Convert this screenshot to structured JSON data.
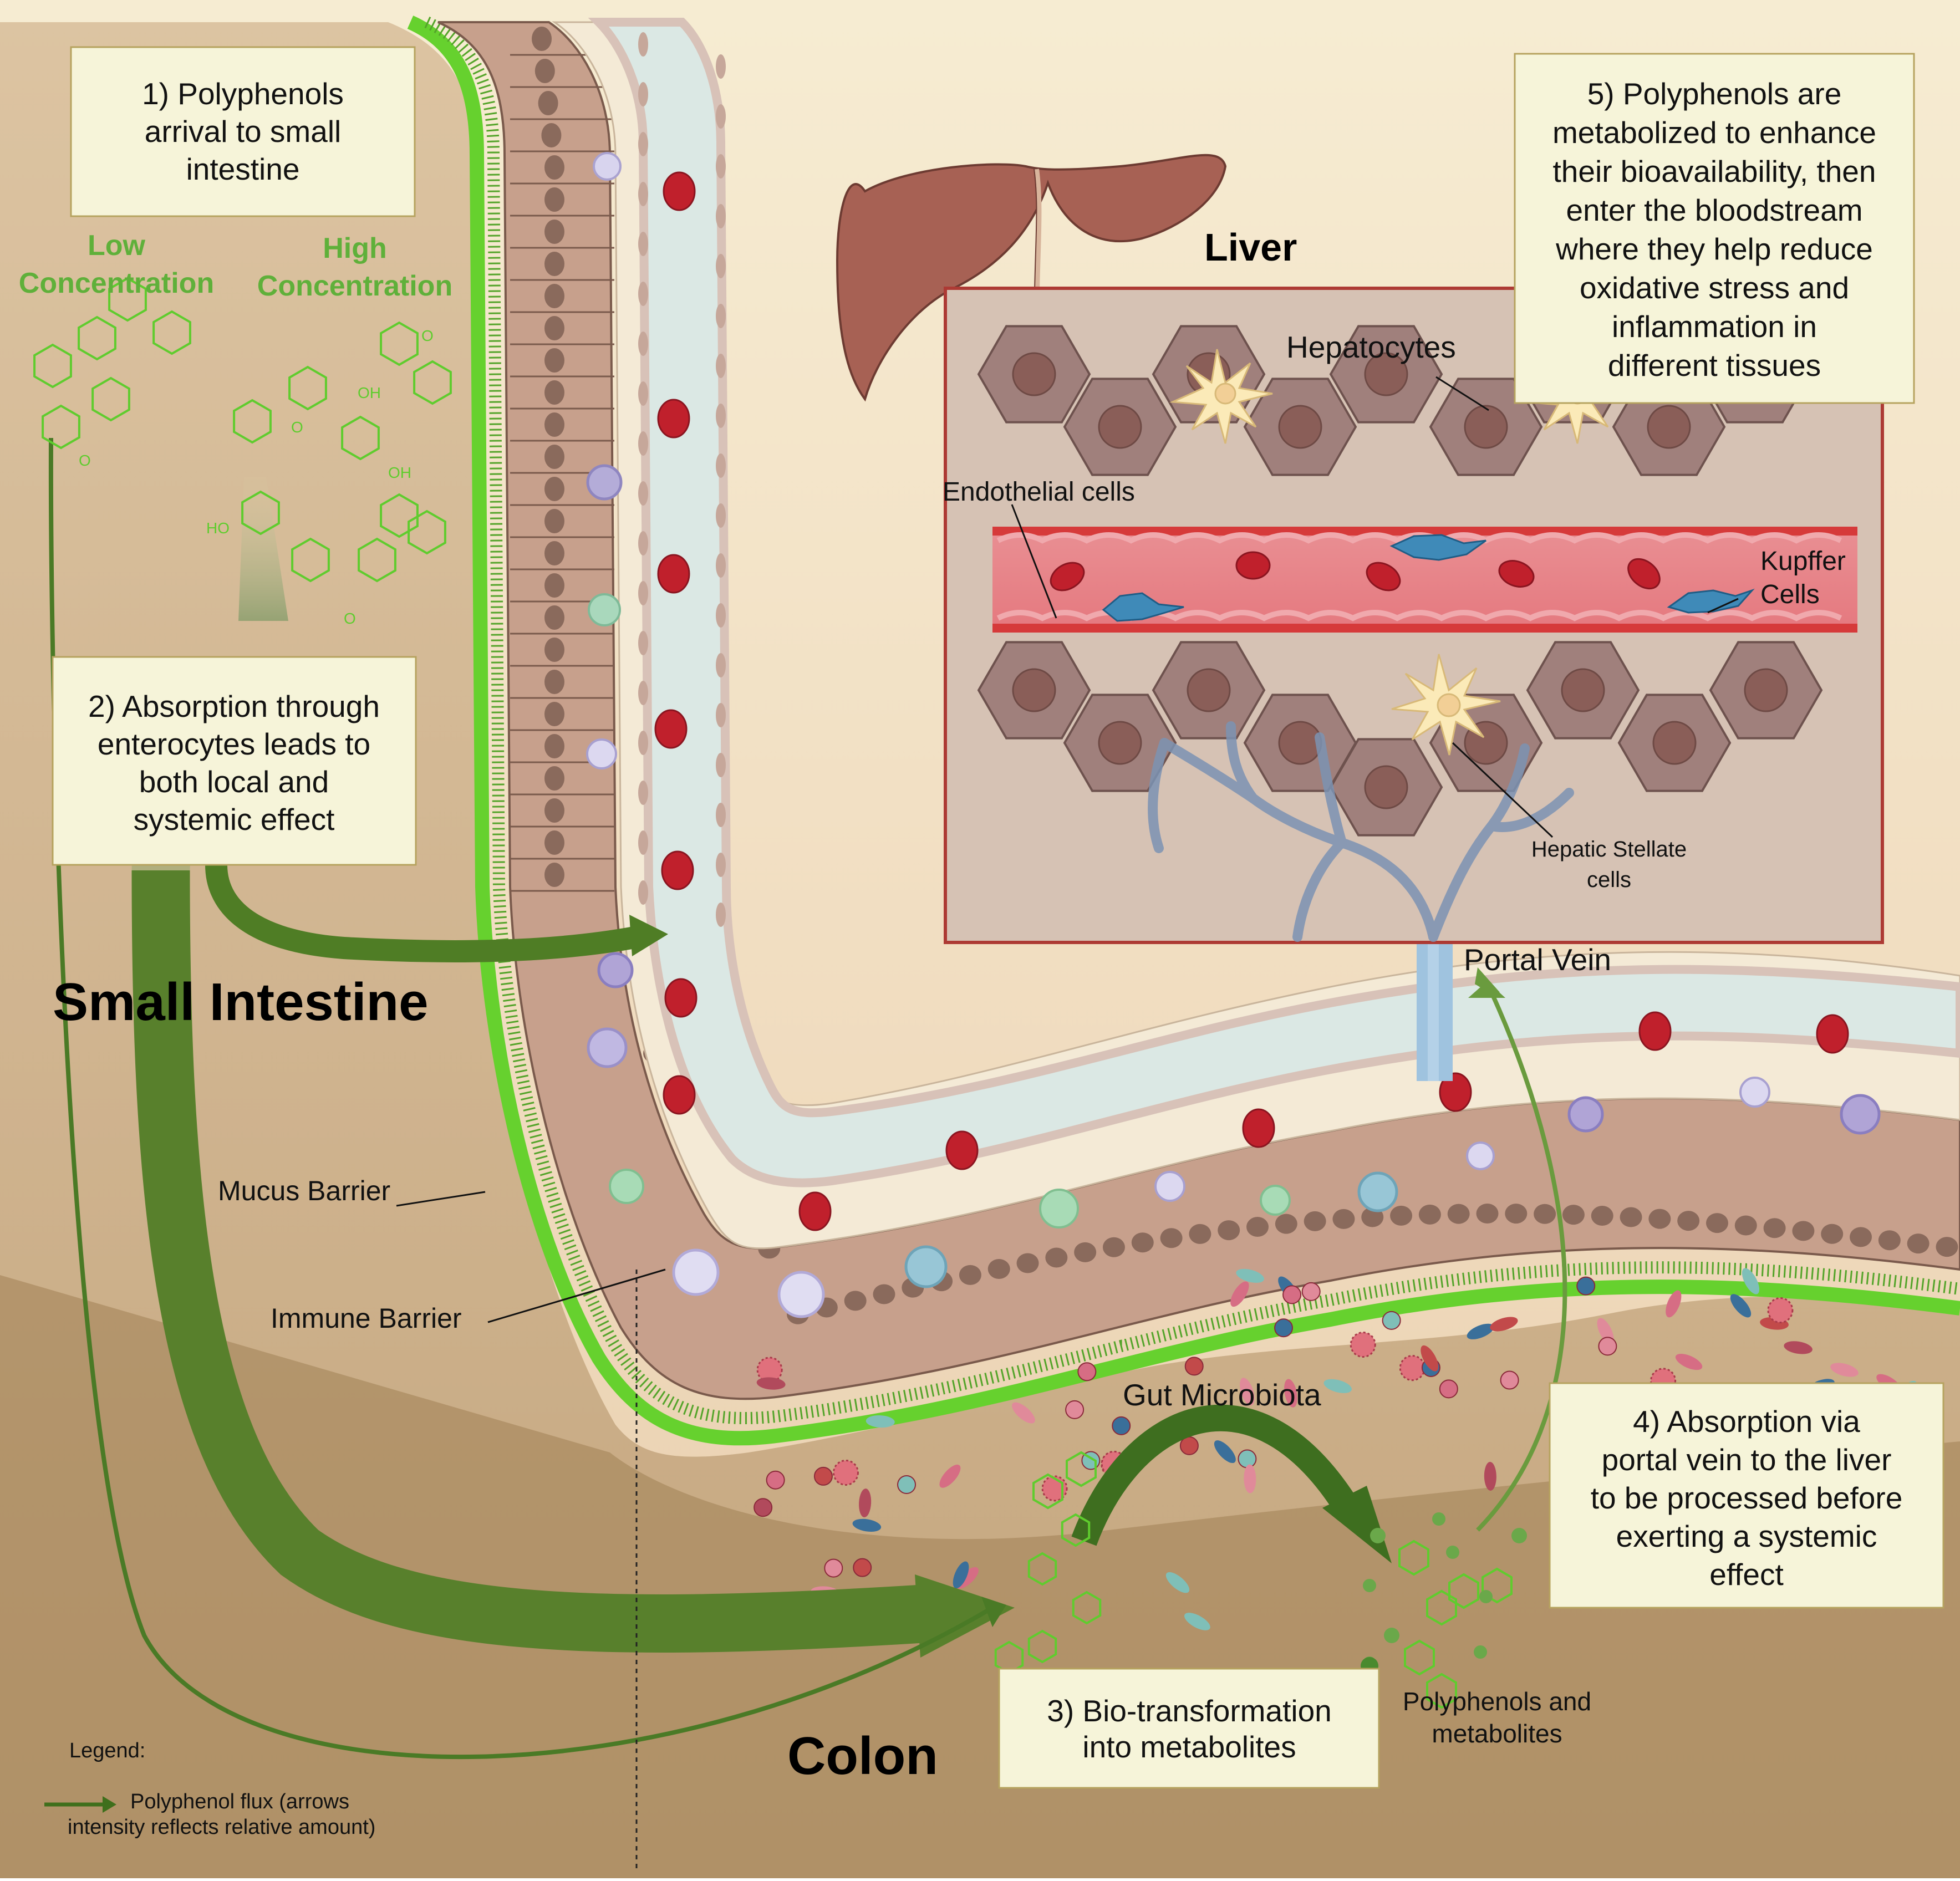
{
  "steps": {
    "step1": [
      "1) Polyphenols",
      "arrival to small",
      "intestine"
    ],
    "step2": [
      "2) Absorption through",
      "enterocytes leads to",
      "both local and",
      "systemic effect"
    ],
    "step3": [
      "3) Bio-transformation",
      "into metabolites"
    ],
    "step4": [
      "4) Absorption via",
      "portal vein to the liver",
      "to be processed before",
      "exerting  a systemic",
      "effect"
    ],
    "step5": [
      "5) Polyphenols are",
      "metabolized to enhance",
      "their bioavailability, then",
      "enter the bloodstream",
      "where they help reduce",
      "oxidative stress and",
      "inflammation in",
      "different tissues"
    ]
  },
  "concentration": {
    "low": [
      "Low",
      "Concentration"
    ],
    "high": [
      "High",
      "Concentration"
    ]
  },
  "regions": {
    "small_intestine": "Small Intestine",
    "colon": "Colon",
    "liver": "Liver"
  },
  "labels": {
    "hepatocytes": "Hepatocytes",
    "endothelial": "Endothelial cells",
    "kupffer": [
      "Kupffer",
      "Cells"
    ],
    "stellate": [
      "Hepatic Stellate",
      "cells"
    ],
    "portal_vein": "Portal Vein",
    "mucus": "Mucus Barrier",
    "immune": "Immune Barrier",
    "microbiota": "Gut Microbiota",
    "polyphenols_metabolites": [
      "Polyphenols and",
      "metabolites"
    ],
    "oh": "OH",
    "ho": "HO",
    "o": "O"
  },
  "legend": {
    "title": "Legend:",
    "text": [
      "Polyphenol flux (arrows",
      "intensity reflects relative amount)"
    ]
  },
  "colors": {
    "arrow_green": "#4a7a26",
    "molecule_green": "#5fcc2e",
    "text_green": "#5fb03a",
    "mucus_green": "#66d12e",
    "box_fill": "#f6f4d9",
    "box_stroke": "#b6a35f",
    "liver_box": "#ad3a34",
    "rbc": "#c0202c"
  }
}
